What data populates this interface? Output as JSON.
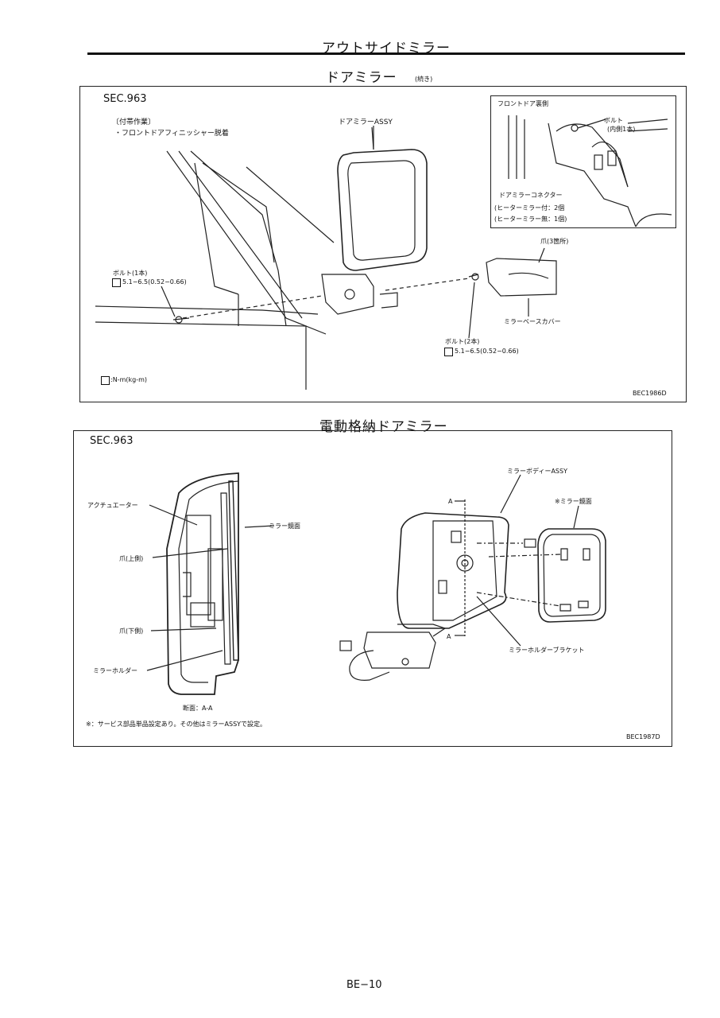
{
  "page": {
    "section_title": "アウトサイドミラー",
    "footer": "BE−10"
  },
  "top_panel": {
    "title": "ドアミラー",
    "title_suffix": "(続き)",
    "sec": "SEC.963",
    "prep_label": "〔付帯作業〕",
    "prep_item": "・フロントドアフィニッシャー脱着",
    "assy_label": "ドアミラーASSY",
    "inset": {
      "title": "フロントドア裏側",
      "bolt": "ボルト",
      "bolt_qty": "(内側1本)",
      "connector": "ドアミラーコネクター",
      "heater_yes": "(ヒーターミラー付：2個",
      "heater_no": "(ヒーターミラー無：1個)"
    },
    "claw": "爪(3箇所)",
    "cover": "ミラーベースカバー",
    "bolt_left": "ボルト(1本)",
    "torque_left": "5.1−6.5(0.52−0.66)",
    "bolt_right": "ボルト(2本)",
    "torque_right": "5.1−6.5(0.52−0.66)",
    "unit_legend": ":N-m(kg-m)",
    "code": "BEC1986D"
  },
  "bottom_panel": {
    "title": "電動格納ドアミラー",
    "sec": "SEC.963",
    "actuator": "アクチュエーター",
    "mirror_glass": "ミラー鏡面",
    "claw_upper": "爪(上側)",
    "claw_lower": "爪(下側)",
    "holder": "ミラーホルダー",
    "section_label": "断面：A-A",
    "body_assy": "ミラーボディーASSY",
    "mirror_glass_star": "※ミラー鏡面",
    "holder_bracket": "ミラーホルダーブラケット",
    "arrow_a_top": "A",
    "arrow_a_bottom": "A",
    "note": "※：サービス部品単品設定あり。その他はミラーASSYで設定。",
    "code": "BEC1987D"
  }
}
